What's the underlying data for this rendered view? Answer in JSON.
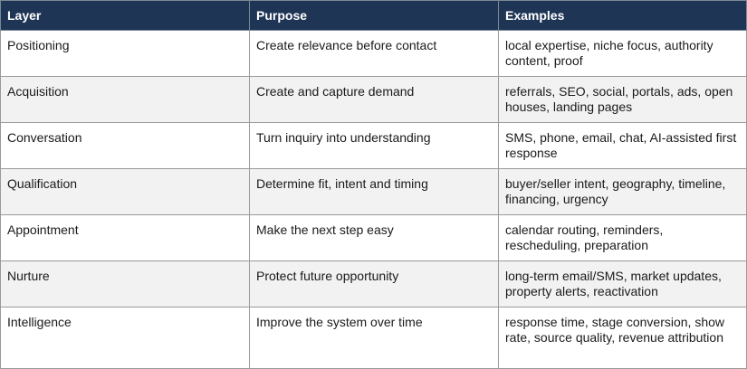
{
  "table": {
    "headers": [
      "Layer",
      "Purpose",
      "Examples"
    ],
    "rows": [
      {
        "layer": "Positioning",
        "purpose": "Create relevance before contact",
        "examples": "local expertise, niche focus, authority content, proof"
      },
      {
        "layer": "Acquisition",
        "purpose": "Create and capture demand",
        "examples": "referrals, SEO, social, portals, ads, open houses, landing pages"
      },
      {
        "layer": "Conversation",
        "purpose": "Turn inquiry into understanding",
        "examples": "SMS, phone, email, chat, AI-assisted first response"
      },
      {
        "layer": "Qualification",
        "purpose": "Determine fit, intent and timing",
        "examples": "buyer/seller intent, geography, timeline, financing, urgency"
      },
      {
        "layer": "Appointment",
        "purpose": "Make the next step easy",
        "examples": "calendar routing, reminders, rescheduling, preparation"
      },
      {
        "layer": "Nurture",
        "purpose": "Protect future opportunity",
        "examples": "long-term email/SMS, market updates, property alerts, reactivation"
      },
      {
        "layer": "Intelligence",
        "purpose": "Improve the system over time",
        "examples": "response time, stage conversion, show rate, source quality, revenue attribution"
      }
    ]
  }
}
